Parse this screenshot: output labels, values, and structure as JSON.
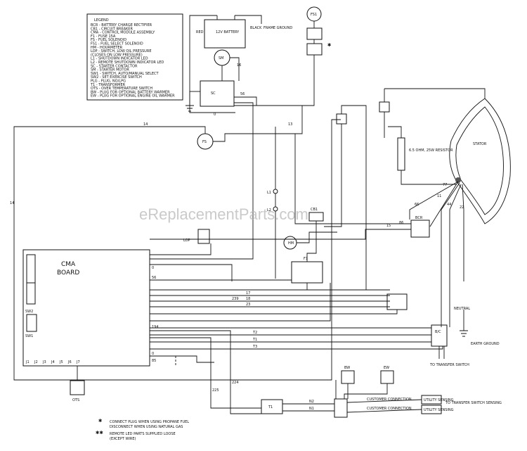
{
  "legend": {
    "title": "LEGEND",
    "items": [
      "BCR - BATTERY CHARGE RECTIFIER",
      "CB1 - CIRCUIT BREAKER",
      "CMA - CONTROL MODULE ASSEMBLY",
      "F1 - FUSE 15A",
      "FS - FUEL SOLENOID",
      "FS1 - FUEL SELECT SOLENOID",
      "HM - HOURMETER",
      "LOP - SWITCH, LOW OIL PRESSURE",
      "(CLOSES ON LOW PRESSURE)",
      "L1 - SHUTDOWN INDICATOR LED",
      "L2 - REMOTE SHUTDOWN INDICATOR LED",
      "SC - STARTER CONTACTOR",
      "SM - STARTER MOTOR",
      "SW1 - SWITCH, AUTO/MANUAL SELECT",
      "SW2 - SET EXERCISE SWITCH",
      "PLG - PLUG, NO/LPG",
      "T1 - TRANSFORMER",
      "OTS - OVER TEMPERATURE SWITCH",
      "BW - PLUG FOR OPTIONAL BATTERY WARMER",
      "EW - PLUG FOR OPTIONAL ENGINE OIL WARMER"
    ]
  },
  "components": {
    "battery": "12V BATTERY",
    "red_label": "RED",
    "black_label": "BLACK",
    "frame_ground": "FRAME GROUND",
    "fs1": "FS1",
    "sm": "SM",
    "sc": "SC",
    "fs": "FS",
    "stator": "STATOR",
    "resistor": "6.5 OHM, 25W RESISTOR",
    "bcr": "BCR",
    "cma_title": "CMA",
    "cma_sub": "BOARD",
    "lop": "LOP",
    "hm": "HM",
    "sw1": "SW1",
    "sw2": "SW2",
    "l1": "L1",
    "l2": "L2",
    "cb1": "CB1",
    "f1": "F1",
    "t1": "T1",
    "bw": "BW",
    "ew": "EW",
    "ots": "OTS",
    "bc": "B/C",
    "neutral": "NEUTRAL",
    "earth_ground": "EARTH GROUND",
    "to_transfer_switch": "TO TRANSFER SWITCH",
    "customer_connection_1": "CUSTOMER CONNECTION",
    "customer_connection_2": "CUSTOMER CONNECTION",
    "utility_sensing_1": "UTILITY SENSING",
    "utility_sensing_2": "UTILITY SENSING",
    "to_transfer_switch_2": "TO TRANSFER SWITCH SENSING",
    "wire_numbers": [
      "14",
      "13",
      "16",
      "56",
      "0",
      "15",
      "86",
      "66",
      "77",
      "22",
      "44",
      "11",
      "17",
      "18",
      "23",
      "194",
      "239",
      "224",
      "225",
      "N1",
      "N2",
      "T1",
      "T2",
      "T3",
      "0",
      "85",
      "56",
      "0",
      "14"
    ],
    "cma_pins": [
      "J1",
      "J2",
      "J3",
      "J4",
      "J5",
      "J6",
      "J7"
    ]
  },
  "notes": {
    "note1_line1": "CONNECT PLUG WHEN USING PROPANE FUEL",
    "note1_line2": "DISCONNECT WHEN USING NATURAL GAS",
    "note2_line1": "REMOTE LED PARTS SUPPLIED LOOSE",
    "note2_line2": "(EXCEPT WIRE)"
  },
  "watermark": "eReplacementParts.com"
}
